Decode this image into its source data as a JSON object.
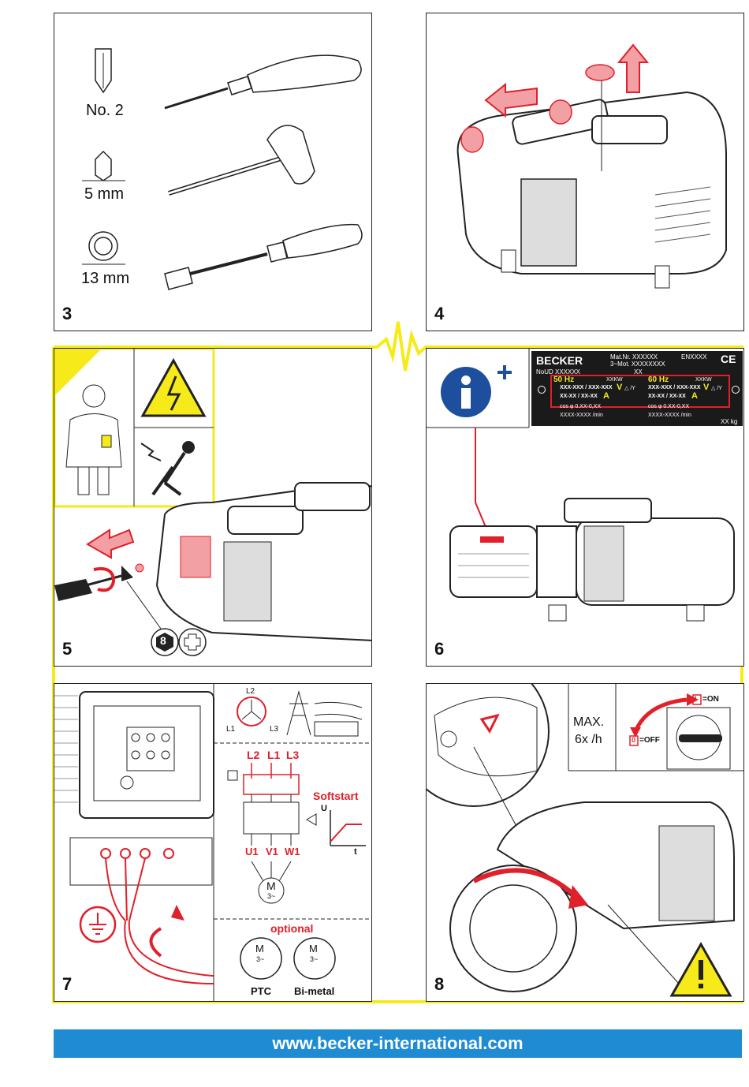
{
  "colors": {
    "accent_red": "#e0202a",
    "highlight_yellow": "#f6ea1a",
    "footer_blue": "#1f8bd3",
    "info_blue": "#1d4f9e"
  },
  "panels": [
    {
      "number": "3"
    },
    {
      "number": "4"
    },
    {
      "number": "5"
    },
    {
      "number": "6"
    },
    {
      "number": "7"
    },
    {
      "number": "8"
    }
  ],
  "panel3": {
    "tool1": "No. 2",
    "tool2": "5 mm",
    "tool3": "13 mm"
  },
  "panel4": {
    "icons": [
      "arrow-left-icon",
      "arrow-up-icon",
      "cap-icon"
    ]
  },
  "panel5": {
    "icons": [
      "worker-icon",
      "high-voltage-warning-icon",
      "electric-shock-icon",
      "screwdriver-icon"
    ],
    "badge_hex": "8"
  },
  "panel6": {
    "plate": {
      "brand": "BECKER",
      "mat": "Mat.Nr. XXXXXX",
      "en": "ENXXXX",
      "ce": "CE",
      "no": "NoUD XXXXXX",
      "mot": "3~Mot. XXXXXXXX",
      "xx": "XX",
      "hz50": "50 Hz",
      "hz60": "60 Hz",
      "kw50": "XXKW",
      "kw60": "XXKW",
      "v50": "XXX-XXX / XXX-XXX",
      "v60": "XXX-XXX / XXX-XXX",
      "vunit": "V",
      "delta": "△ /Y",
      "a50": "XX-XX / XX-XX",
      "a60": "XX-XX / XX-XX",
      "aunit": "A",
      "cos50": "cos φ 0.XX-0,XX",
      "cos60": "cos φ 0.XX-0,XX",
      "rpm50": "XXXX-XXXX /min",
      "rpm60": "XXXX-XXXX /min",
      "kg": "XX kg"
    },
    "info_icon": "info-plus-icon"
  },
  "panel7": {
    "l2": "L2",
    "l1": "L1",
    "l3": "L3",
    "l2r": "L2",
    "l1r": "L1",
    "l3r": "L3",
    "softstart": "Softstart",
    "u": "U",
    "t": "t",
    "u1": "U1",
    "v1": "V1",
    "w1": "W1",
    "motor": "M",
    "motor_sub": "3~",
    "optional": "optional",
    "ptc": "PTC",
    "bimetal": "Bi-metal"
  },
  "panel8": {
    "max": "MAX.",
    "per": "6x /h",
    "on": "=ON",
    "off": "=OFF",
    "on_sym": "I",
    "off_sym": "0"
  },
  "footer": {
    "url": "www.becker-international.com"
  }
}
